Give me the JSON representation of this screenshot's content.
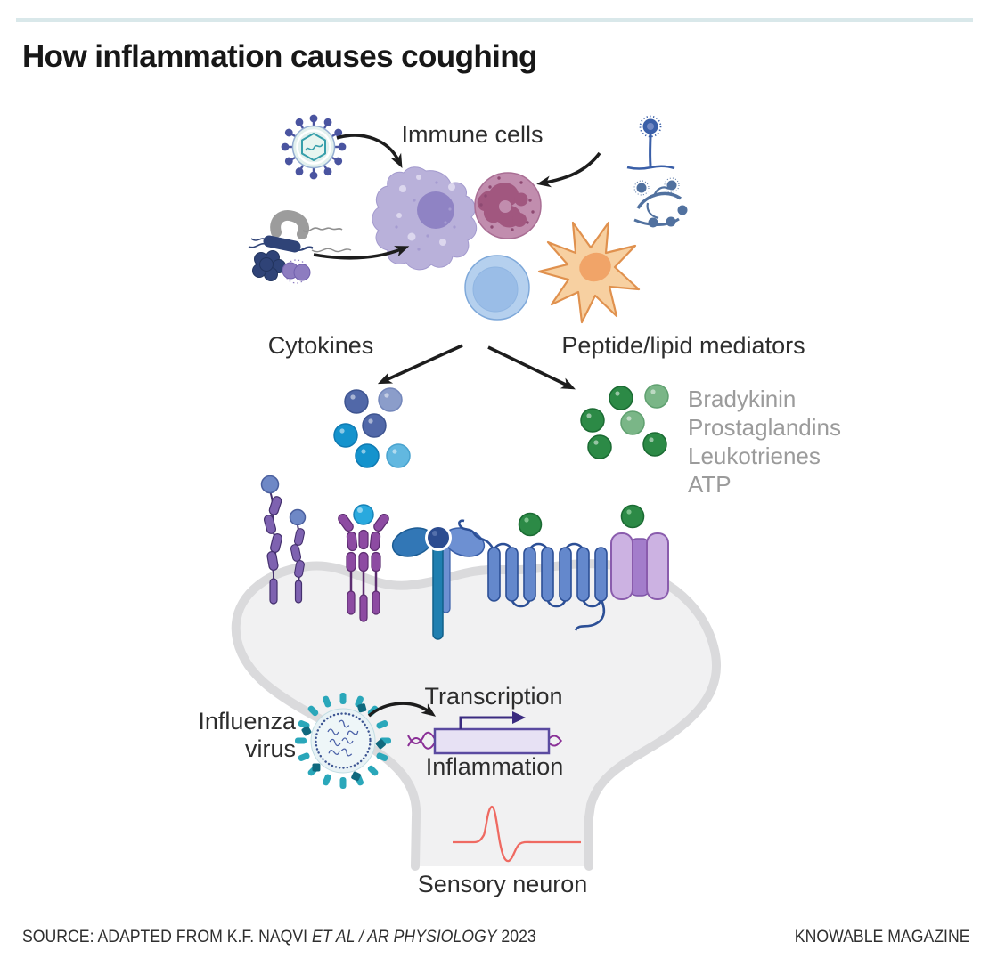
{
  "page": {
    "title": "How inflammation causes coughing"
  },
  "immune_section": {
    "label": "Immune cells"
  },
  "pathways": {
    "left_label": "Cytokines",
    "right_label": "Peptide/lipid mediators",
    "mediators": [
      "Bradykinin",
      "Prostaglandins",
      "Leukotrienes",
      "ATP"
    ]
  },
  "neuron_section": {
    "influenza_line1": "Influenza",
    "influenza_line2": "virus",
    "transcription_label": "Transcription",
    "gene_label": "Inflammation",
    "neuron_label": "Sensory neuron"
  },
  "footer": {
    "source_prefix": "SOURCE: ADAPTED FROM K.F. NAQVI ",
    "source_italic": "ET AL / AR PHYSIOLOGY",
    "source_suffix": " 2023",
    "credit": "KNOWABLE MAGAZINE"
  },
  "icons": {
    "virus-icon": "spiked enveloped virus with hexagonal capsid",
    "bacteria-icon": "rod and cocci bacteria with flagella",
    "fungus-icon": "stalked sporangium fungus",
    "mold-icon": "branching hyphae with spores",
    "macrophage-icon": "purple amoeboid immune cell",
    "neutrophil-icon": "pink cell with lobed nucleus",
    "lymphocyte-icon": "blue round cell",
    "dendritic-cell-icon": "orange spiky cell",
    "influenza-virus-icon": "teal spiked influenza virion with RNA segments",
    "gene-transcription-icon": "gene box with bent transcription arrow and DNA",
    "action-potential-icon": "red nerve impulse spike trace"
  },
  "colors": {
    "top_rule": "#d9e8ea",
    "cytokine_blues": [
      "#5168a8",
      "#8b9dca",
      "#1493cd",
      "#62b8e0"
    ],
    "mediator_green_dark": "#2c8a46",
    "mediator_green_light": "#7ab687",
    "neuron_fill": "#f1f1f2",
    "neuron_outline": "#dadadc",
    "trace_red": "#ef6a62",
    "label_gray": "#9b9b9b",
    "arrow_black": "#1d1d1d"
  }
}
